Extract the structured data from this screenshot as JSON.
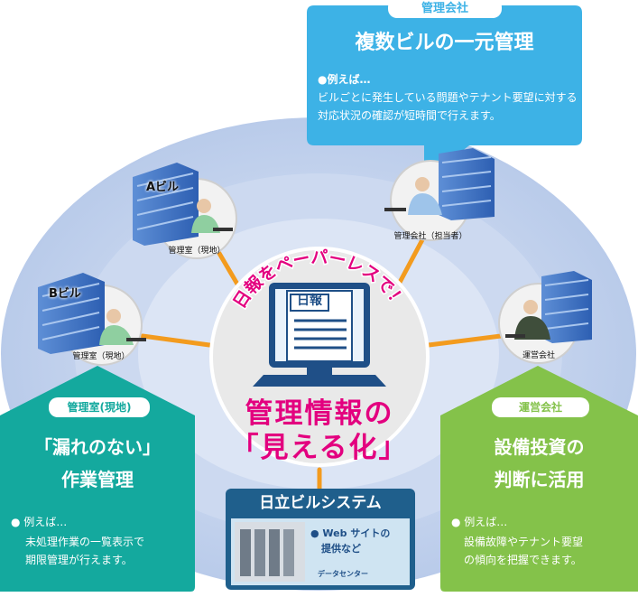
{
  "center": {
    "banner": "日報をペーパーレスで！",
    "monitor_label": "日報",
    "headline_line1": "管理情報の",
    "headline_line2": "「見える化」"
  },
  "top_box": {
    "tab": "管理会社",
    "title": "複数ビルの一元管理",
    "example_label": "●例えば…",
    "desc_line1": "ビルごとに発生している問題やテナント要望に対する",
    "desc_line2": "対応状況の確認が短時間で行えます。"
  },
  "left_box": {
    "tab": "管理室(現地)",
    "title_line1": "「漏れのない」",
    "title_line2": "作業管理",
    "example_label": "● 例えば…",
    "desc_line1": "未処理作業の一覧表示で",
    "desc_line2": "期限管理が行えます。"
  },
  "right_box": {
    "tab": "運営会社",
    "title_line1": "設備投資の",
    "title_line2": "判断に活用",
    "example_label": "● 例えば…",
    "desc_line1": "設備故障やテナント要望",
    "desc_line2": "の傾向を把握できます。"
  },
  "bottom_box": {
    "title": "日立ビルシステム",
    "bullet_line1": "● Web サイトの",
    "bullet_line2": "提供など",
    "caption": "データセンター"
  },
  "nodes": {
    "a_building_label": "Aビル",
    "a_room_label": "管理室（現地）",
    "b_building_label": "Bビル",
    "b_room_label": "管理室（現地）",
    "mgmt_person_label": "管理会社（担当者）",
    "operator_label": "運営会社"
  },
  "colors": {
    "top_box": "#3db2e6",
    "left_box": "#14a99e",
    "right_box": "#84c24a",
    "bottom_box": "#1f5f8c",
    "connector": "#f39b1e",
    "headline": "#e3007f",
    "banner": "#e3007f"
  }
}
